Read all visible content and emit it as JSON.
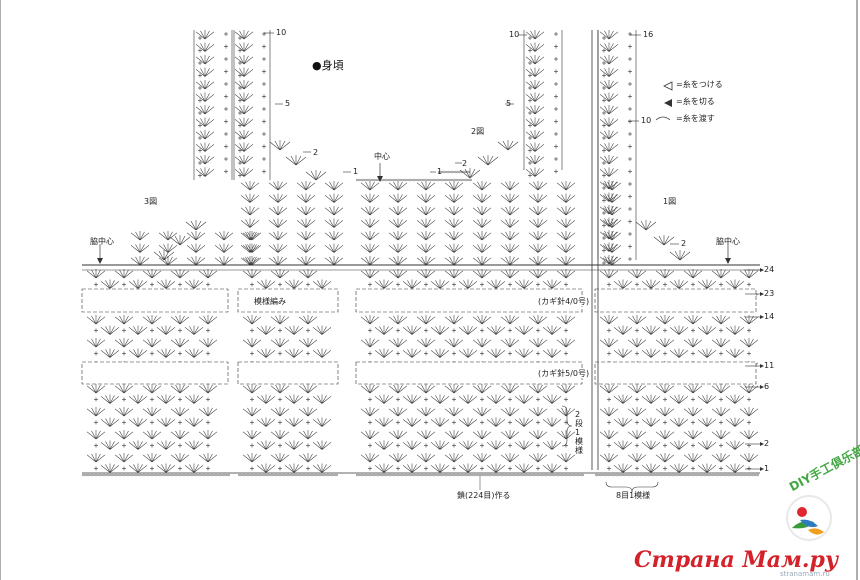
{
  "title": "●身頃",
  "labels": {
    "piece3": "3図",
    "piece2": "2図",
    "piece1": "1図",
    "center_top": "中心",
    "side_center_left": "脇中心",
    "side_center_right": "脇中心",
    "pattern": "模様編み",
    "hook_40": "(カギ針4/0号)",
    "hook_50": "(カギ針5/0号)",
    "pattern_repeat_vertical": "2段1模様",
    "chain_start": "鎖(224目)作る",
    "pattern_repeat_horizontal": "8目1模様"
  },
  "legend": {
    "attach": "=糸をつける",
    "cut": "=糸を切る",
    "pass": "=糸を渡す"
  },
  "row_numbers": {
    "right": [
      "24",
      "23",
      "14",
      "11",
      "6",
      "2",
      "1"
    ],
    "left_strap": "10",
    "right_strap_left": "10",
    "right_strap_top": "16",
    "r5_left": "5",
    "r5_right": "5",
    "r2_left": "2",
    "r2_right": "2",
    "r1_left": "1",
    "r1_right": "1",
    "r10_mid": "10",
    "r2_mid": "2"
  },
  "watermark": {
    "site": "Страна Мам.ру",
    "club": "DIY手工俱乐部",
    "url": "stranamam.ru"
  }
}
